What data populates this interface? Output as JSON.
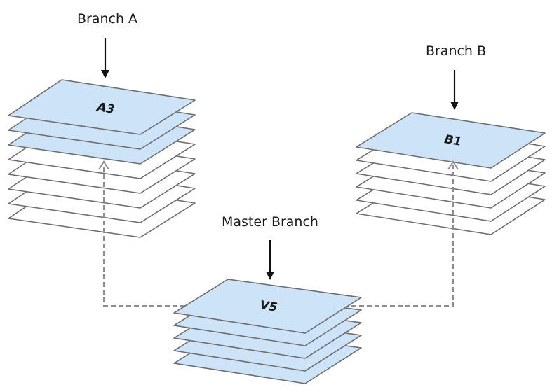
{
  "diagram": {
    "stacks": [
      {
        "id": "branch-a",
        "title": "Branch A",
        "top_label": "A3",
        "blue_layers": 3,
        "white_layers": 5
      },
      {
        "id": "branch-b",
        "title": "Branch B",
        "top_label": "B1",
        "blue_layers": 1,
        "white_layers": 5
      },
      {
        "id": "master",
        "title": "Master Branch",
        "top_label": "V5",
        "blue_layers": 5,
        "white_layers": 0
      }
    ],
    "connections": [
      {
        "from": "master",
        "to": "branch-a",
        "style": "dashed"
      },
      {
        "from": "master",
        "to": "branch-b",
        "style": "dashed"
      }
    ],
    "colors": {
      "committed_layer": "#cde3f8",
      "empty_layer": "#ffffff",
      "layer_stroke": "#6e6e6e",
      "connector": "#8e8e8e"
    }
  }
}
